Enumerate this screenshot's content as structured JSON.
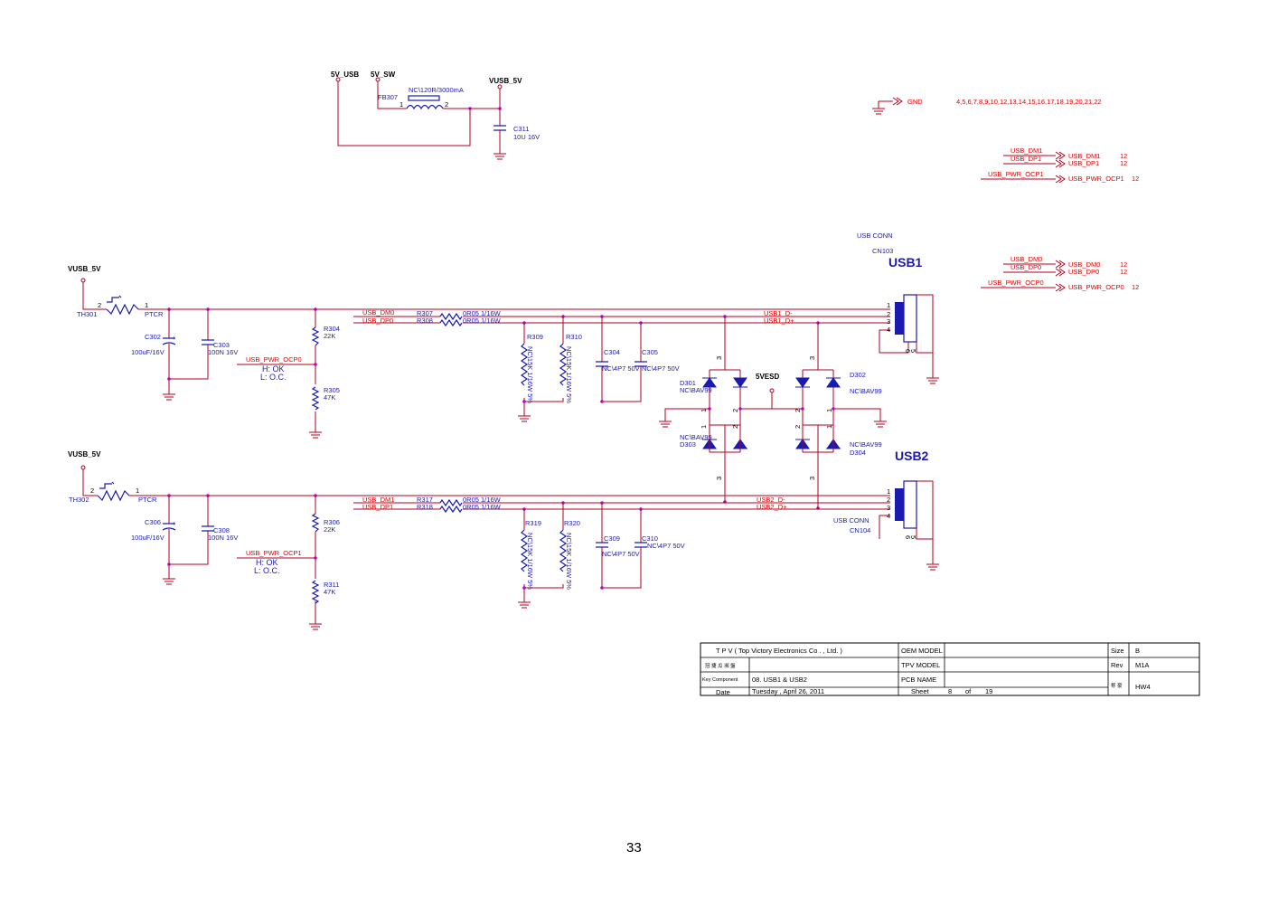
{
  "power": {
    "v5_usb": "5V_USB",
    "v5_sw": "5V_SW",
    "vusb_5v": "VUSB_5V",
    "fb307": "FB307",
    "fb307_val": "NC\\120R/3000mA",
    "fb_pin1": "1",
    "fb_pin2": "2",
    "c311": "C311",
    "c311_val": "10U 16V"
  },
  "gnd_net": {
    "label": "GND",
    "pins": "4,5,6,7,8,9,10,12,13,14,15,16,17,18,19,20,21,22"
  },
  "offpage": [
    {
      "wire": "USB_DM1",
      "port": "USB_DM1",
      "ref": "12"
    },
    {
      "wire": "USB_DP1",
      "port": "USB_DP1",
      "ref": "12"
    },
    {
      "wire": "USB_PWR_OCP1",
      "port": "USB_PWR_OCP1",
      "ref": "12"
    },
    {
      "wire": "USB_DM0",
      "port": "USB_DM0",
      "ref": "12"
    },
    {
      "wire": "USB_DP0",
      "port": "USB_DP0",
      "ref": "12"
    },
    {
      "wire": "USB_PWR_OCP0",
      "port": "USB_PWR_OCP0",
      "ref": "12"
    }
  ],
  "usb1": {
    "title": "USB1",
    "conn_label": "USB CONN",
    "cn": "CN103",
    "vusb": "VUSB_5V",
    "th": "TH301",
    "th_type": "PTCR",
    "pin2": "2",
    "pin1": "1",
    "c302": "C302",
    "c302_val": "100uF/16V",
    "c303": "C303",
    "c303_val": "100N 16V",
    "r304": "R304",
    "r304_val": "22K",
    "r305": "R305",
    "r305_val": "47K",
    "ocp": "USB_PWR_OCP0",
    "ok": "H: OK",
    "oc": "L: O.C.",
    "dm_net": "USB_DM0",
    "dp_net": "USB_DP0",
    "r307": "R307",
    "r308": "R308",
    "r307_val": "0R05 1/16W",
    "r308_val": "0R05 1/16W",
    "r309": "R309",
    "r310": "R310",
    "r309_val": "NC\\15K 1/16W 5%",
    "r310_val": "NC\\15K 1/16W 5%",
    "c304": "C304",
    "c305": "C305",
    "c304_val": "NC\\4P7 50V",
    "c305_val": "NC\\4P7 50V",
    "out_dm": "USB1_D-",
    "out_dp": "USB1_D+"
  },
  "usb2": {
    "title": "USB2",
    "conn_label": "USB CONN",
    "cn": "CN104",
    "vusb": "VUSB_5V",
    "th": "TH302",
    "th_type": "PTCR",
    "pin2": "2",
    "pin1": "1",
    "c306": "C306",
    "c306_val": "100uF/16V",
    "c308": "C308",
    "c308_val": "100N 16V",
    "r306": "R306",
    "r306_val": "22K",
    "r311": "R311",
    "r311_val": "47K",
    "ocp": "USB_PWR_OCP1",
    "ok": "H: OK",
    "oc": "L: O.C.",
    "dm_net": "USB_DM1",
    "dp_net": "USB_DP1",
    "r317": "R317",
    "r318": "R318",
    "r317_val": "0R05 1/16W",
    "r318_val": "0R05 1/16W",
    "r319": "R319",
    "r320": "R320",
    "r319_val": "NC\\15K 1/16W 5%",
    "r320_val": "NC\\15K 1/16W 5%",
    "c309": "C309",
    "c310": "C310",
    "c309_val": "NC\\4P7 50V",
    "c310_val": "NC\\4P7 50V",
    "out_dm": "USB2_D-",
    "out_dp": "USB2_D+"
  },
  "esd": {
    "net": "5VESD",
    "d301": "D301",
    "d302": "D302",
    "d303": "D303",
    "d304": "D304",
    "part": "NC\\BAV99"
  },
  "conn_pins": [
    "1",
    "2",
    "3",
    "4"
  ],
  "conn_side_pins": [
    "6",
    "5"
  ],
  "title_block": {
    "company": "T P V  ( Top    Victory    Electronics    Co . ,    Ltd. )",
    "oem_model_label": "OEM MODEL",
    "oem_model": "",
    "size_label": "Size",
    "size": "B",
    "chinese_name": "冠 捷 瓜 瀕 盤",
    "tpv_model_label": "TPV MODEL",
    "tpv_model": "",
    "rev_label": "Rev",
    "rev": "M1A",
    "key_component_label": "Key Component",
    "key_component": "08. USB1 & USB2",
    "pcb_name_label": "PCB NAME",
    "pcb_name": "",
    "date_label": "Date",
    "date": "Tuesday , April 26, 2011",
    "sheet_label": "Sheet",
    "sheet": "8",
    "of_label": "of",
    "total": "19",
    "chinese_code": "称 豪",
    "code": "HW4"
  },
  "page_number": "33"
}
